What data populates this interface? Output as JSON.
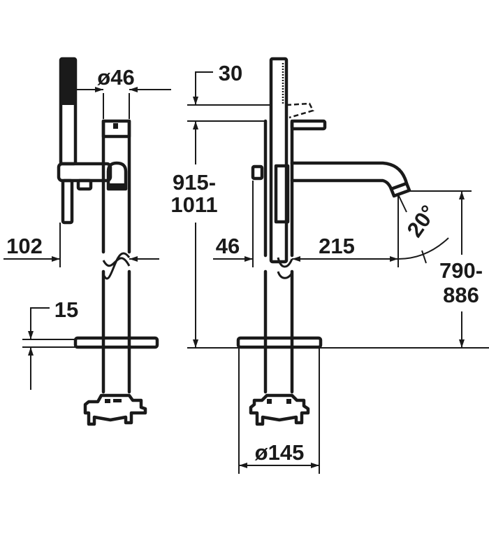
{
  "drawing": {
    "dimensions": {
      "handshower_diameter": "ø46",
      "lever_raise": "30",
      "height_total_line1": "915-",
      "height_total_line2": "1011",
      "side_projection": "102",
      "front_offset": "46",
      "spout_reach": "215",
      "spout_angle": "20°",
      "spout_height_line1": "790-",
      "spout_height_line2": "886",
      "plate_thickness": "15",
      "plate_diameter": "ø145"
    },
    "colors": {
      "line": "#1a1a1a",
      "background": "#ffffff"
    }
  }
}
